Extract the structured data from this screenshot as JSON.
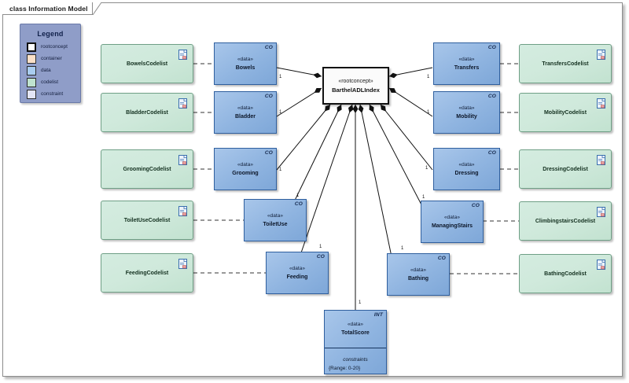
{
  "frame": {
    "title": "class Information Model"
  },
  "legend": {
    "title": "Legend",
    "items": [
      {
        "label": "rootconcept",
        "color": "#ffffff"
      },
      {
        "label": "container",
        "color": "#fae0c8"
      },
      {
        "label": "data",
        "color": "#a9cdf0"
      },
      {
        "label": "codelist",
        "color": "#bfe3cf"
      },
      {
        "label": "constraint",
        "color": "#e3e5f5"
      }
    ],
    "background": "#8f9dc8"
  },
  "root_concept": {
    "stereotype": "«rootconcept»",
    "name": "BarthelADLIndex"
  },
  "data_nodes": [
    {
      "id": "bowels",
      "stereotype": "«data»",
      "name": "Bowels",
      "tag": "CO",
      "multiplicity": "1"
    },
    {
      "id": "bladder",
      "stereotype": "«data»",
      "name": "Bladder",
      "tag": "CO",
      "multiplicity": "1"
    },
    {
      "id": "grooming",
      "stereotype": "«data»",
      "name": "Grooming",
      "tag": "CO",
      "multiplicity": "1"
    },
    {
      "id": "toiletuse",
      "stereotype": "«data»",
      "name": "ToiletUse",
      "tag": "CO",
      "multiplicity": "1"
    },
    {
      "id": "feeding",
      "stereotype": "«data»",
      "name": "Feeding",
      "tag": "CO",
      "multiplicity": "1"
    },
    {
      "id": "transfers",
      "stereotype": "«data»",
      "name": "Transfers",
      "tag": "CO",
      "multiplicity": "1"
    },
    {
      "id": "mobility",
      "stereotype": "«data»",
      "name": "Mobility",
      "tag": "CO",
      "multiplicity": "1"
    },
    {
      "id": "dressing",
      "stereotype": "«data»",
      "name": "Dressing",
      "tag": "CO",
      "multiplicity": "1"
    },
    {
      "id": "managingstairs",
      "stereotype": "«data»",
      "name": "ManagingStairs",
      "tag": "CO",
      "multiplicity": "1"
    },
    {
      "id": "bathing",
      "stereotype": "«data»",
      "name": "Bathing",
      "tag": "CO",
      "multiplicity": "1"
    },
    {
      "id": "totalscore",
      "stereotype": "«data»",
      "name": "TotalScore",
      "tag": "INT",
      "multiplicity": "1",
      "constraints_title": "constraints",
      "constraints_value": "{Range: 0-20}"
    }
  ],
  "codelist_nodes": [
    {
      "id": "bowels-codelist",
      "name": "BowelsCodelist",
      "icon": "document-icon"
    },
    {
      "id": "bladder-codelist",
      "name": "BladderCodelist",
      "icon": "document-icon"
    },
    {
      "id": "grooming-codelist",
      "name": "GroomingCodelist",
      "icon": "document-icon"
    },
    {
      "id": "toiletuse-codelist",
      "name": "ToiletUseCodelist",
      "icon": "document-icon"
    },
    {
      "id": "feeding-codelist",
      "name": "FeedingCodelist",
      "icon": "document-icon"
    },
    {
      "id": "transfers-codelist",
      "name": "TransfersCodelist",
      "icon": "document-icon"
    },
    {
      "id": "mobility-codelist",
      "name": "MobilityCodelist",
      "icon": "document-icon"
    },
    {
      "id": "dressing-codelist",
      "name": "DressingCodelist",
      "icon": "document-icon"
    },
    {
      "id": "climbingstairs-codelist",
      "name": "ClimbingstairsCodelist",
      "icon": "document-icon"
    },
    {
      "id": "bathing-codelist",
      "name": "BathingCodelist",
      "icon": "document-icon"
    }
  ],
  "colors": {
    "data_fill": "#8fb4e0",
    "codelist_fill": "#cfe9db",
    "root_fill": "#ffffff",
    "legend_fill": "#8f9dc8",
    "line": "#111111"
  }
}
